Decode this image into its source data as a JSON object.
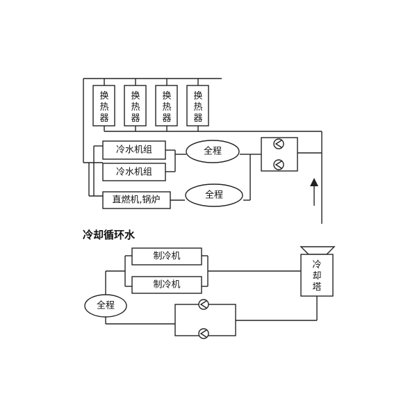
{
  "heat_exchangers": [
    {
      "label": [
        "换",
        "热",
        "器"
      ]
    },
    {
      "label": [
        "换",
        "热",
        "器"
      ]
    },
    {
      "label": [
        "换",
        "热",
        "器"
      ]
    },
    {
      "label": [
        "换",
        "热",
        "器"
      ]
    }
  ],
  "chiller_unit_1": "冷水机组",
  "chiller_unit_2": "冷水机组",
  "direct_fired_unit": "直燃机,锅炉",
  "full_process_1": "全程",
  "full_process_2": "全程",
  "section_title": "冷却循环水",
  "refrigerator_1": "制冷机",
  "refrigerator_2": "制冷机",
  "cooling_tower": [
    "冷",
    "却",
    "塔"
  ],
  "full_process_3": "全程"
}
